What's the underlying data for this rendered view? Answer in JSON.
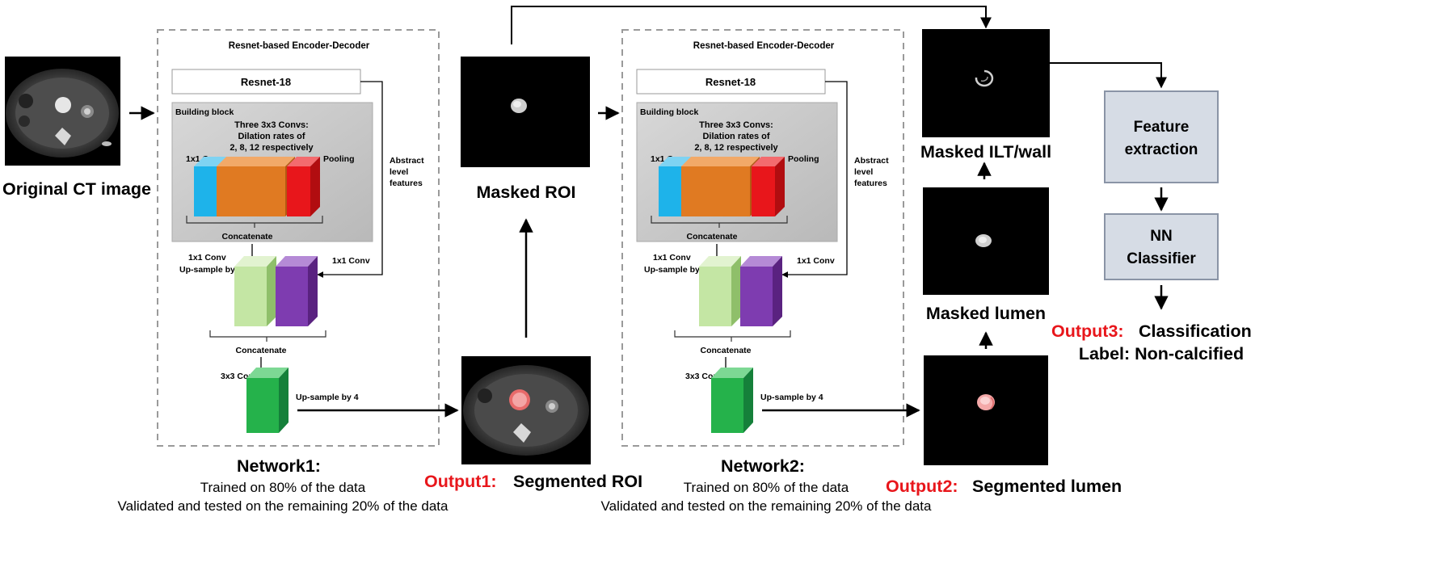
{
  "input": {
    "label": "Original CT image"
  },
  "network1": {
    "box_title": "Resnet-based Encoder-Decoder",
    "backbone": "Resnet-18",
    "building_block": "Building block",
    "convs_line1": "Three 3x3 Convs:",
    "convs_line2": "Dilation rates of",
    "convs_line3": "2, 8, 12 respectively",
    "conv1x1": "1x1 Conv",
    "pooling": "Pooling",
    "abstract_line1": "Abstract",
    "abstract_line2": "level",
    "abstract_line3": "features",
    "concat1": "Concatenate",
    "up_conv": "1x1 Conv",
    "up_sample": "Up-sample by 4",
    "side_conv": "1x1 Conv",
    "concat2": "Concatenate",
    "conv3x3": "3x3 Conv",
    "final_upsample": "Up-sample by 4",
    "title": "Network1:",
    "desc1": "Trained on 80% of the data",
    "desc2": "Validated and tested on the remaining 20% of the data"
  },
  "network2": {
    "box_title": "Resnet-based Encoder-Decoder",
    "backbone": "Resnet-18",
    "building_block": "Building block",
    "convs_line1": "Three 3x3 Convs:",
    "convs_line2": "Dilation rates of",
    "convs_line3": "2, 8, 12 respectively",
    "conv1x1": "1x1 Conv",
    "pooling": "Pooling",
    "abstract_line1": "Abstract",
    "abstract_line2": "level",
    "abstract_line3": "features",
    "concat1": "Concatenate",
    "up_conv": "1x1 Conv",
    "up_sample": "Up-sample by 4",
    "side_conv": "1x1 Conv",
    "concat2": "Concatenate",
    "conv3x3": "3x3 Conv",
    "final_upsample": "Up-sample by 4",
    "title": "Network2:",
    "desc1": "Trained on 80% of the data",
    "desc2": "Validated and tested on the remaining 20% of the data"
  },
  "masked_roi": {
    "label": "Masked ROI"
  },
  "output1": {
    "prefix": "Output1:",
    "label": "Segmented ROI"
  },
  "output2": {
    "prefix": "Output2:",
    "label": "Segmented lumen"
  },
  "masked_ilt": {
    "label": "Masked ILT/wall"
  },
  "masked_lumen": {
    "label": "Masked lumen"
  },
  "feature_extraction": {
    "line1": "Feature",
    "line2": "extraction"
  },
  "nn_classifier": {
    "line1": "NN",
    "line2": "Classifier"
  },
  "output3": {
    "prefix": "Output3:",
    "label": "Classification",
    "line2": "Label: Non-calcified"
  },
  "colors": {
    "conv1x1": "#1eb3ea",
    "dilated": "#e07a22",
    "pooling": "#e8161b",
    "upsample_light": "#c4e6a4",
    "purple": "#7e3cb0",
    "green": "#25b24b",
    "block_bg": "#c9c9c9",
    "classifier_box": "#d6dce5",
    "output_red": "#e8161b"
  }
}
